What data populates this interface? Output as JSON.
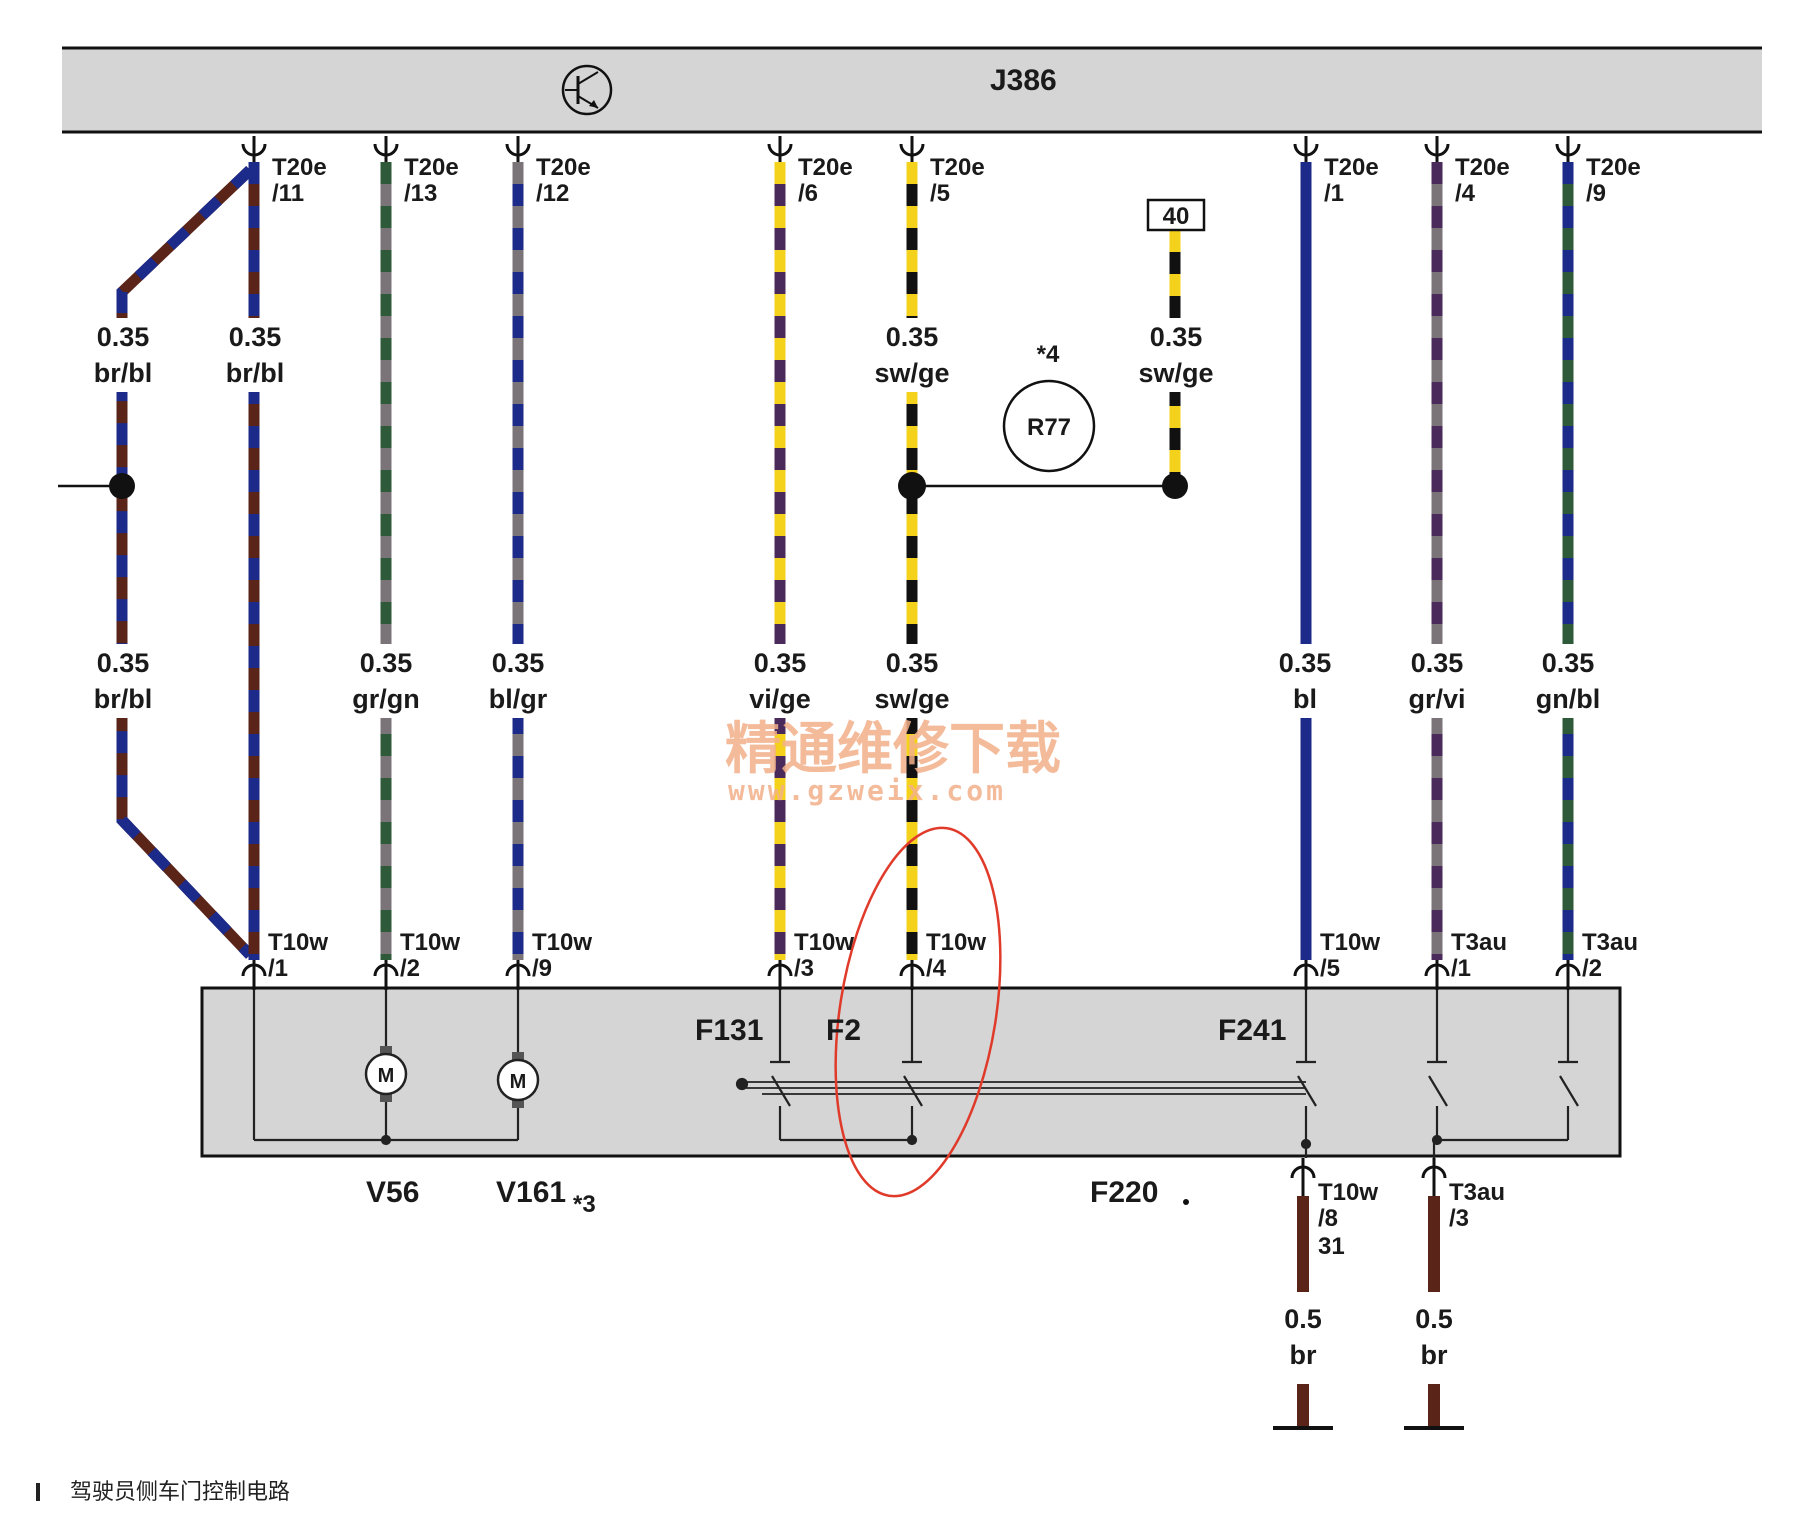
{
  "module": {
    "name": "J386"
  },
  "top_pins": [
    {
      "id": "t11",
      "conn": "T20e",
      "pin": "/11"
    },
    {
      "id": "t13",
      "conn": "T20e",
      "pin": "/13"
    },
    {
      "id": "t12",
      "conn": "T20e",
      "pin": "/12"
    },
    {
      "id": "t6",
      "conn": "T20e",
      "pin": "/6"
    },
    {
      "id": "t5",
      "conn": "T20e",
      "pin": "/5"
    },
    {
      "id": "t1",
      "conn": "T20e",
      "pin": "/1"
    },
    {
      "id": "t4",
      "conn": "T20e",
      "pin": "/4"
    },
    {
      "id": "t9",
      "conn": "T20e",
      "pin": "/9"
    }
  ],
  "bottom_pins": [
    {
      "id": "b1",
      "conn": "T10w",
      "pin": "/1"
    },
    {
      "id": "b2",
      "conn": "T10w",
      "pin": "/2"
    },
    {
      "id": "b9",
      "conn": "T10w",
      "pin": "/9"
    },
    {
      "id": "b3",
      "conn": "T10w",
      "pin": "/3"
    },
    {
      "id": "b4",
      "conn": "T10w",
      "pin": "/4"
    },
    {
      "id": "b5",
      "conn": "T10w",
      "pin": "/5"
    },
    {
      "id": "a1",
      "conn": "T3au",
      "pin": "/1"
    },
    {
      "id": "a2",
      "conn": "T3au",
      "pin": "/2"
    }
  ],
  "ground_pins": [
    {
      "id": "g8",
      "conn": "T10w",
      "pin": "/8",
      "extra": "31"
    },
    {
      "id": "g3",
      "conn": "T3au",
      "pin": "/3",
      "extra": ""
    }
  ],
  "wires": {
    "left_up": {
      "size": "0.35",
      "color": "br/bl"
    },
    "left_dn": {
      "size": "0.35",
      "color": "br/bl"
    },
    "w11": {
      "size": "0.35",
      "color": "br/bl"
    },
    "w13": {
      "size": "0.35",
      "color": "gr/gn"
    },
    "w12": {
      "size": "0.35",
      "color": "bl/gr"
    },
    "w6": {
      "size": "0.35",
      "color": "vi/ge"
    },
    "w5_up": {
      "size": "0.35",
      "color": "sw/ge"
    },
    "w5_dn": {
      "size": "0.35",
      "color": "sw/ge"
    },
    "w40": {
      "size": "0.35",
      "color": "sw/ge"
    },
    "w1": {
      "size": "0.35",
      "color": "bl"
    },
    "w4": {
      "size": "0.35",
      "color": "gr/vi"
    },
    "w9": {
      "size": "0.35",
      "color": "gn/bl"
    },
    "g8": {
      "size": "0.5",
      "color": "br"
    },
    "g3": {
      "size": "0.5",
      "color": "br"
    }
  },
  "terminal_40": "40",
  "resistor": {
    "name": "R77",
    "note": "*4"
  },
  "components": {
    "f131": "F131",
    "f2": "F2",
    "f241": "F241",
    "f220": "F220",
    "v56": "V56",
    "v161": "V161",
    "v161_note": "*3",
    "motor_symbol": "M"
  },
  "watermark": {
    "cn": "精通维修下载",
    "url": "www.gzweix.com"
  },
  "caption": "驾驶员侧车门控制电路",
  "colors": {
    "housing": "#d5d5d5",
    "brown": "#5a2418",
    "blue": "#1c2a8a",
    "gray": "#7a7478",
    "green": "#2e5a3a",
    "violet": "#4a2a5a",
    "yellow": "#f4d21c",
    "black": "#111111",
    "highlight": "#e03a2a"
  },
  "icons": [
    "transistor-symbol-icon",
    "motor-icon",
    "switch-icon",
    "ground-icon",
    "junction-dot-icon"
  ]
}
